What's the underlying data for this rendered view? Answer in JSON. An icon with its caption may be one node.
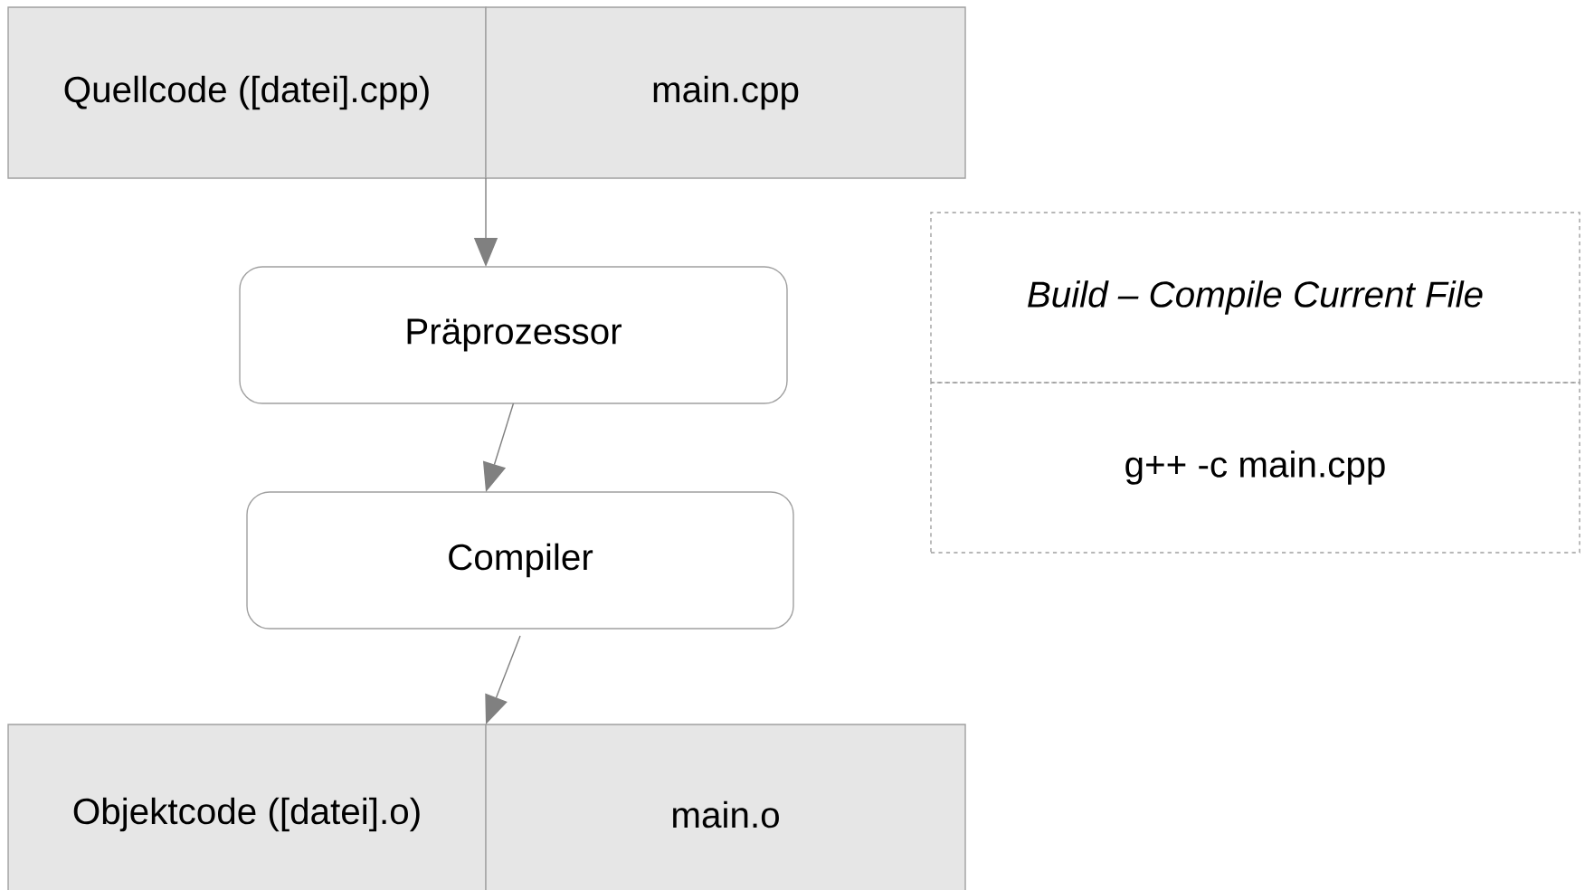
{
  "diagram": {
    "nodes": [
      {
        "text": [
          "Quellcode ([datei].cpp)",
          "main.cpp"
        ]
      },
      {
        "text": [
          "Präprozessor"
        ]
      },
      {
        "text": [
          "Compiler"
        ]
      },
      {
        "text": [
          "Objektcode ([datei].o)",
          "main.o"
        ]
      },
      {
        "text": [
          "*Build – Compile Current File*",
          "g++ -c main.cpp"
        ]
      }
    ],
    "edges": [
      {
        "from": 0,
        "to": 1,
        "arrow": "to"
      },
      {
        "from": 1,
        "to": 2,
        "arrow": "to"
      },
      {
        "from": 2,
        "to": 3,
        "arrow": "to"
      }
    ]
  }
}
